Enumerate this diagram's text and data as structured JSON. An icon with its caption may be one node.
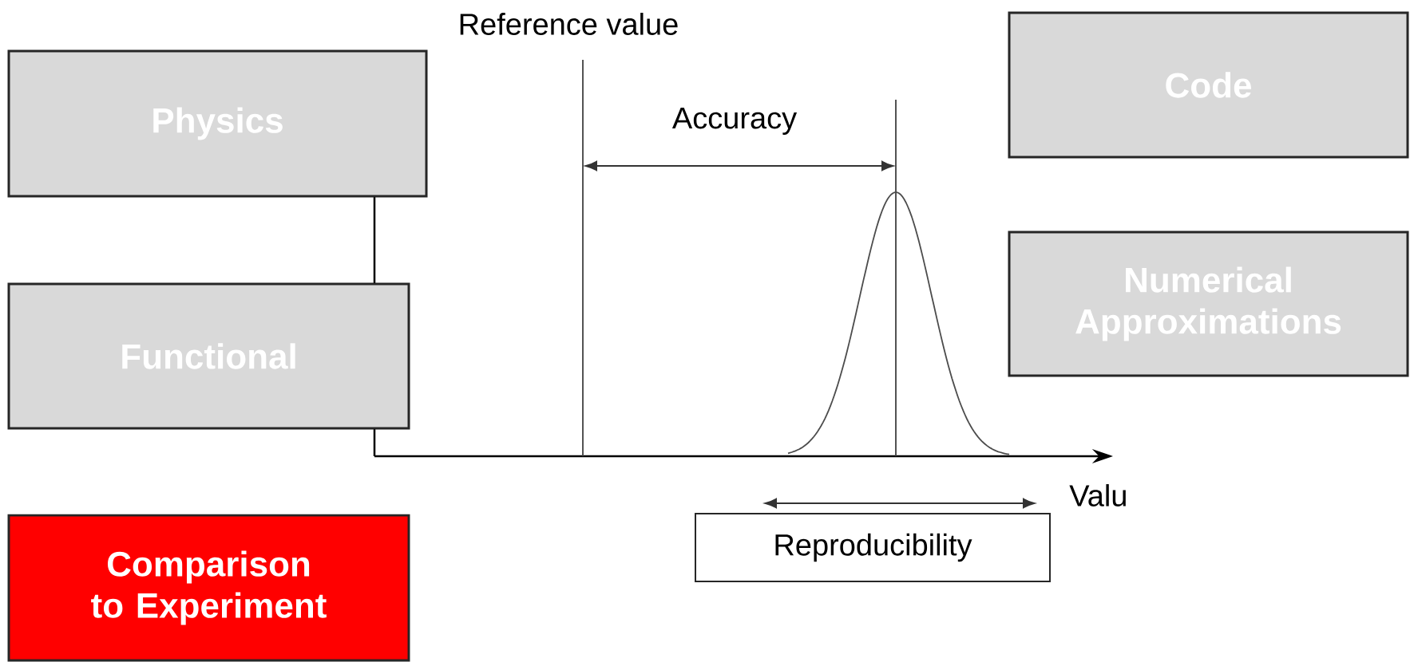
{
  "diagram": {
    "nodes": [
      {
        "text": [
          "Physics"
        ]
      },
      {
        "text": [
          "Functional"
        ]
      },
      {
        "text": [
          "Comparison to Experiment"
        ]
      },
      {
        "text": [
          "Code"
        ]
      },
      {
        "text": [
          "Numerical Approximations"
        ]
      },
      {
        "text": [
          "Reproducibility"
        ]
      }
    ],
    "labels": [
      "Reference value",
      "Accuracy",
      "Valu"
    ]
  }
}
